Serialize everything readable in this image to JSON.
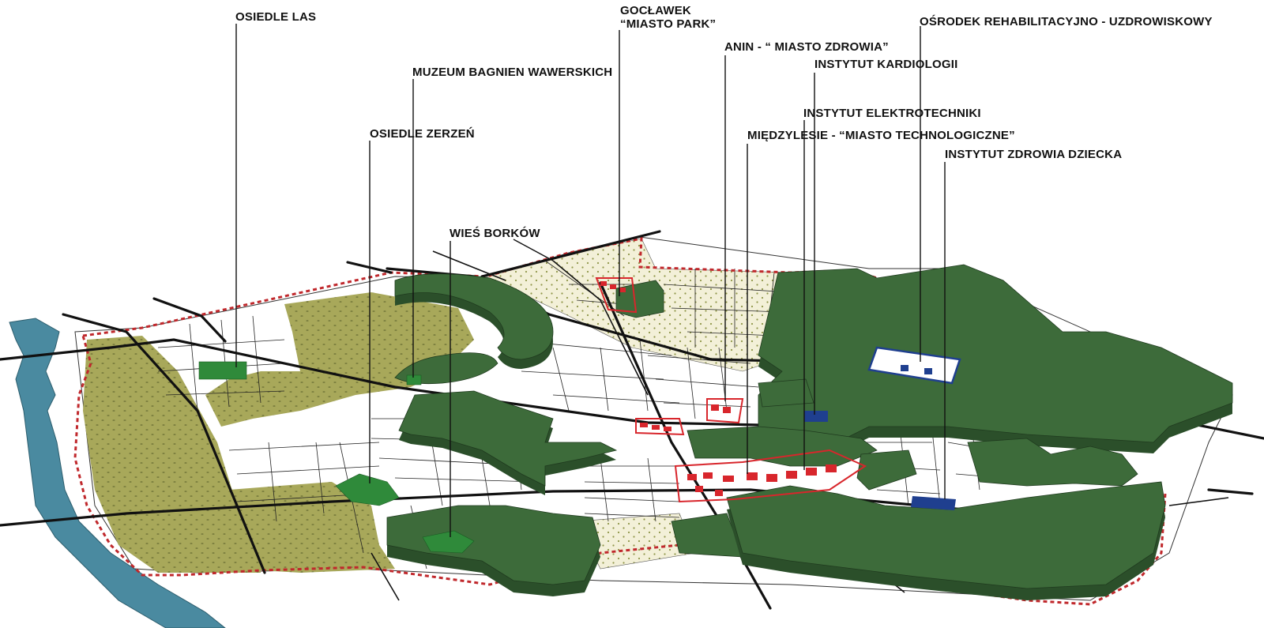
{
  "labels": {
    "osiedle_las": "OSIEDLE LAS",
    "muzeum": "MUZEUM BAGNIEN WAWERSKICH",
    "osiedle_zerzen": "OSIEDLE ZERZEŃ",
    "wies_borkow": "WIEŚ BORKÓW",
    "goclawek_line1": "GOCŁAWEK",
    "goclawek_line2": "“MIASTO PARK”",
    "anin": "ANIN - “ MIASTO ZDROWIA”",
    "osrodek": "OŚRODEK REHABILITACYJNO - UZDROWISKOWY",
    "instytut_kardiologii": "INSTYTUT KARDIOLOGII",
    "instytut_elektrotechniki": "INSTYTUT ELEKTROTECHNIKI",
    "miedzylesie": "MIĘDZYLESIE - “MIASTO TECHNOLOGICZNE”",
    "instytut_zdrowia": "INSTYTUT ZDROWIA DZIECKA"
  },
  "colors": {
    "river": "#4a8aa0",
    "meadow": "#a8a85a",
    "meadow_dots": "#6e7236",
    "dotted_field": "#f3f0d8",
    "forest_top": "#3d6b3a",
    "forest_side": "#2b4f2a",
    "urban": "#ffffff",
    "road": "#111111",
    "boundary": "#c0282c",
    "development": "#d8262c",
    "institute": "#1f3f8f",
    "settlement": "#2f8a3a"
  }
}
